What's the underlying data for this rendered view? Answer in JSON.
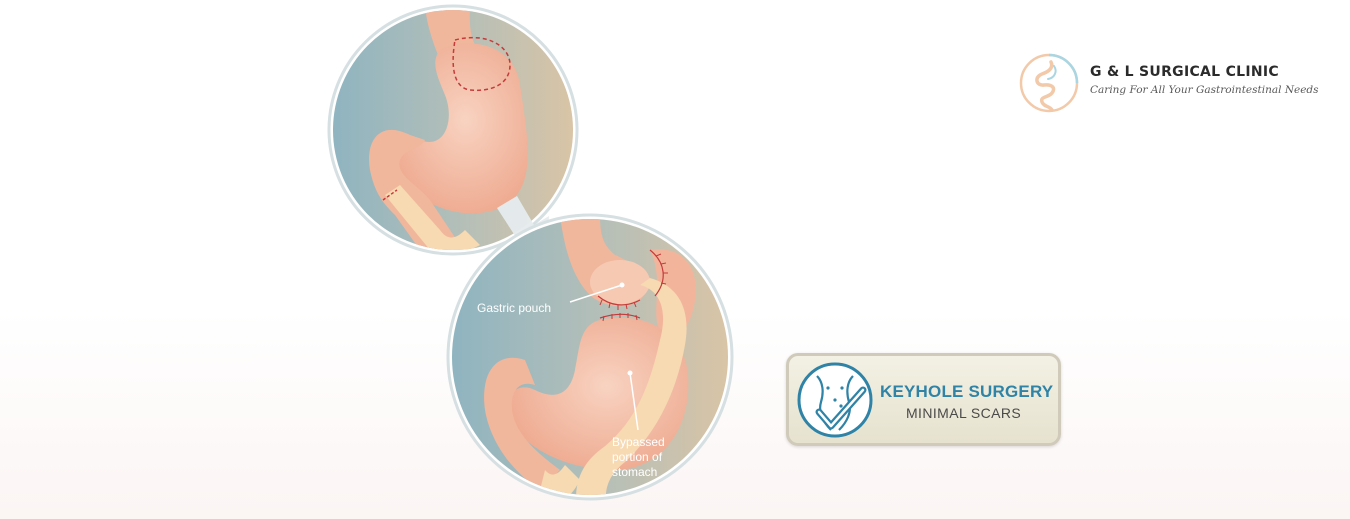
{
  "diagram": {
    "label_gastric_pouch": "Gastric pouch",
    "label_bypassed": [
      "Bypassed",
      "portion of",
      "stomach"
    ]
  },
  "logo": {
    "title": "G & L SURGICAL CLINIC",
    "tagline": "Caring For All Your Gastrointestinal Needs"
  },
  "badge": {
    "title": "KEYHOLE SURGERY",
    "subtitle": "MINIMAL SCARS"
  },
  "colors": {
    "circle_left": "#8fb4c0",
    "circle_right": "#d9c4a6",
    "stomach": "#f4bfa6",
    "intestine": "#f7d9b2",
    "accent_blue": "#2f83a6"
  }
}
